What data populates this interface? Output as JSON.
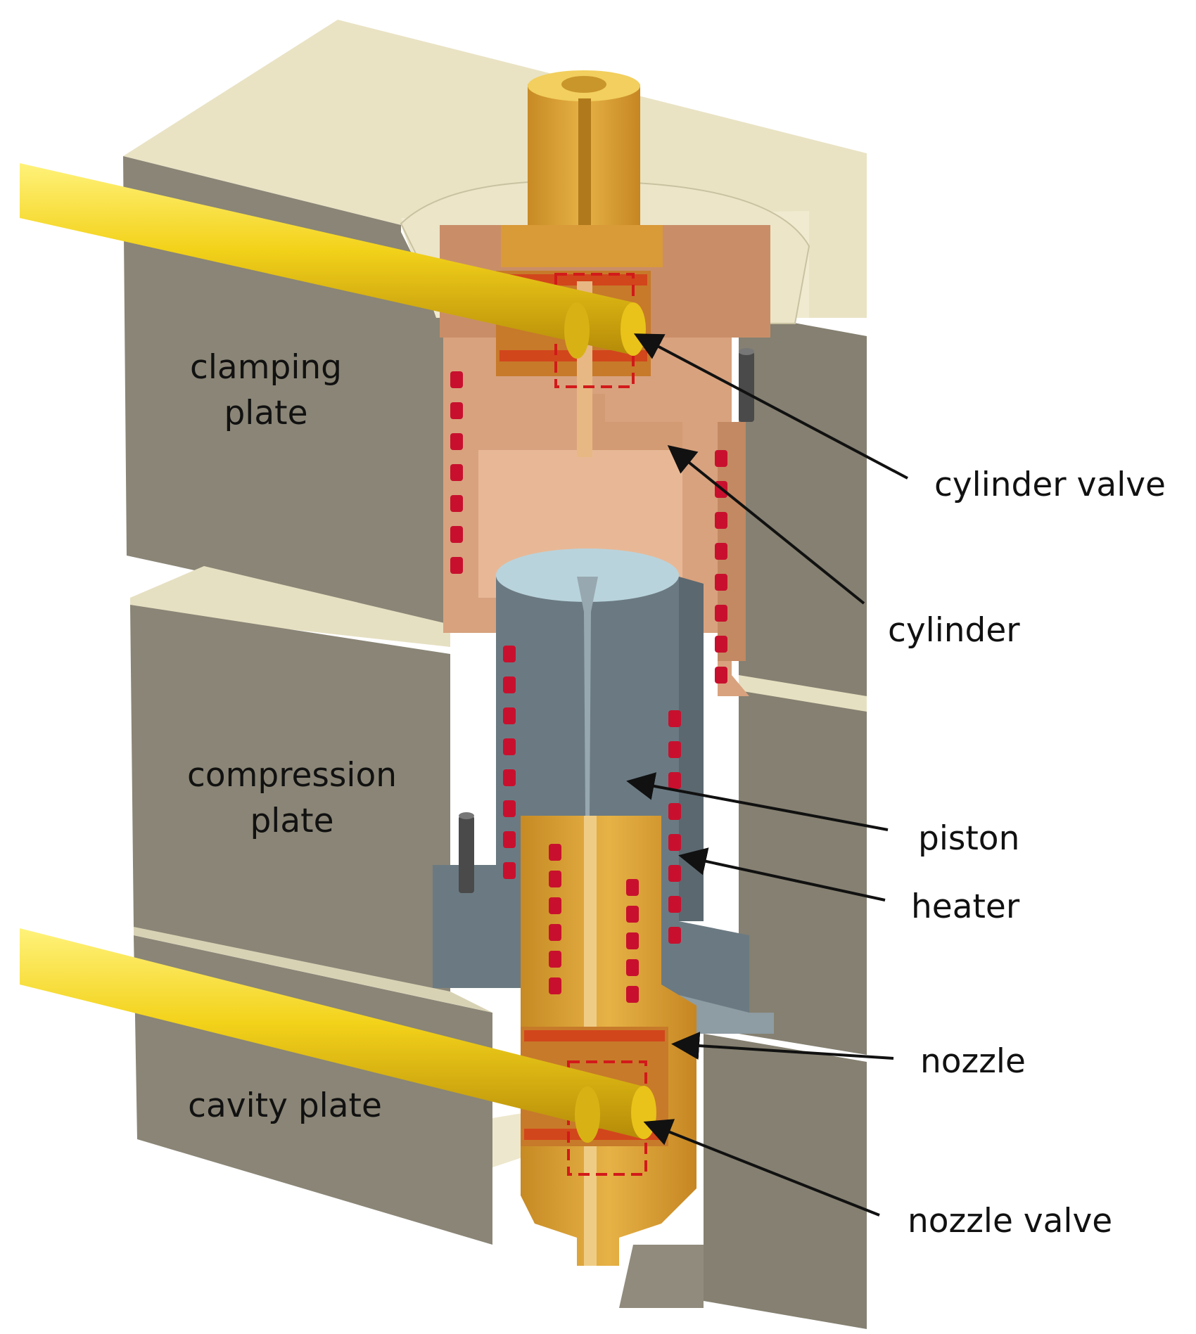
{
  "labels": {
    "clamping_plate_line1": "clamping",
    "clamping_plate_line2": "plate",
    "compression_plate_line1": "compression",
    "compression_plate_line2": "plate",
    "cavity_plate": "cavity plate",
    "cylinder_valve": "cylinder valve",
    "cylinder": "cylinder",
    "piston": "piston",
    "heater": "heater",
    "nozzle": "nozzle",
    "nozzle_valve": "nozzle valve"
  },
  "colors": {
    "plate_face": "#8a8576",
    "plate_top": "#e9e3c4",
    "cylinder": "#d8a27e",
    "piston": "#6b7a82",
    "nozzle": "#d69a32",
    "pipe": "#f3d21a",
    "heater": "#c8102e",
    "valve_box": "#d21a1a"
  }
}
